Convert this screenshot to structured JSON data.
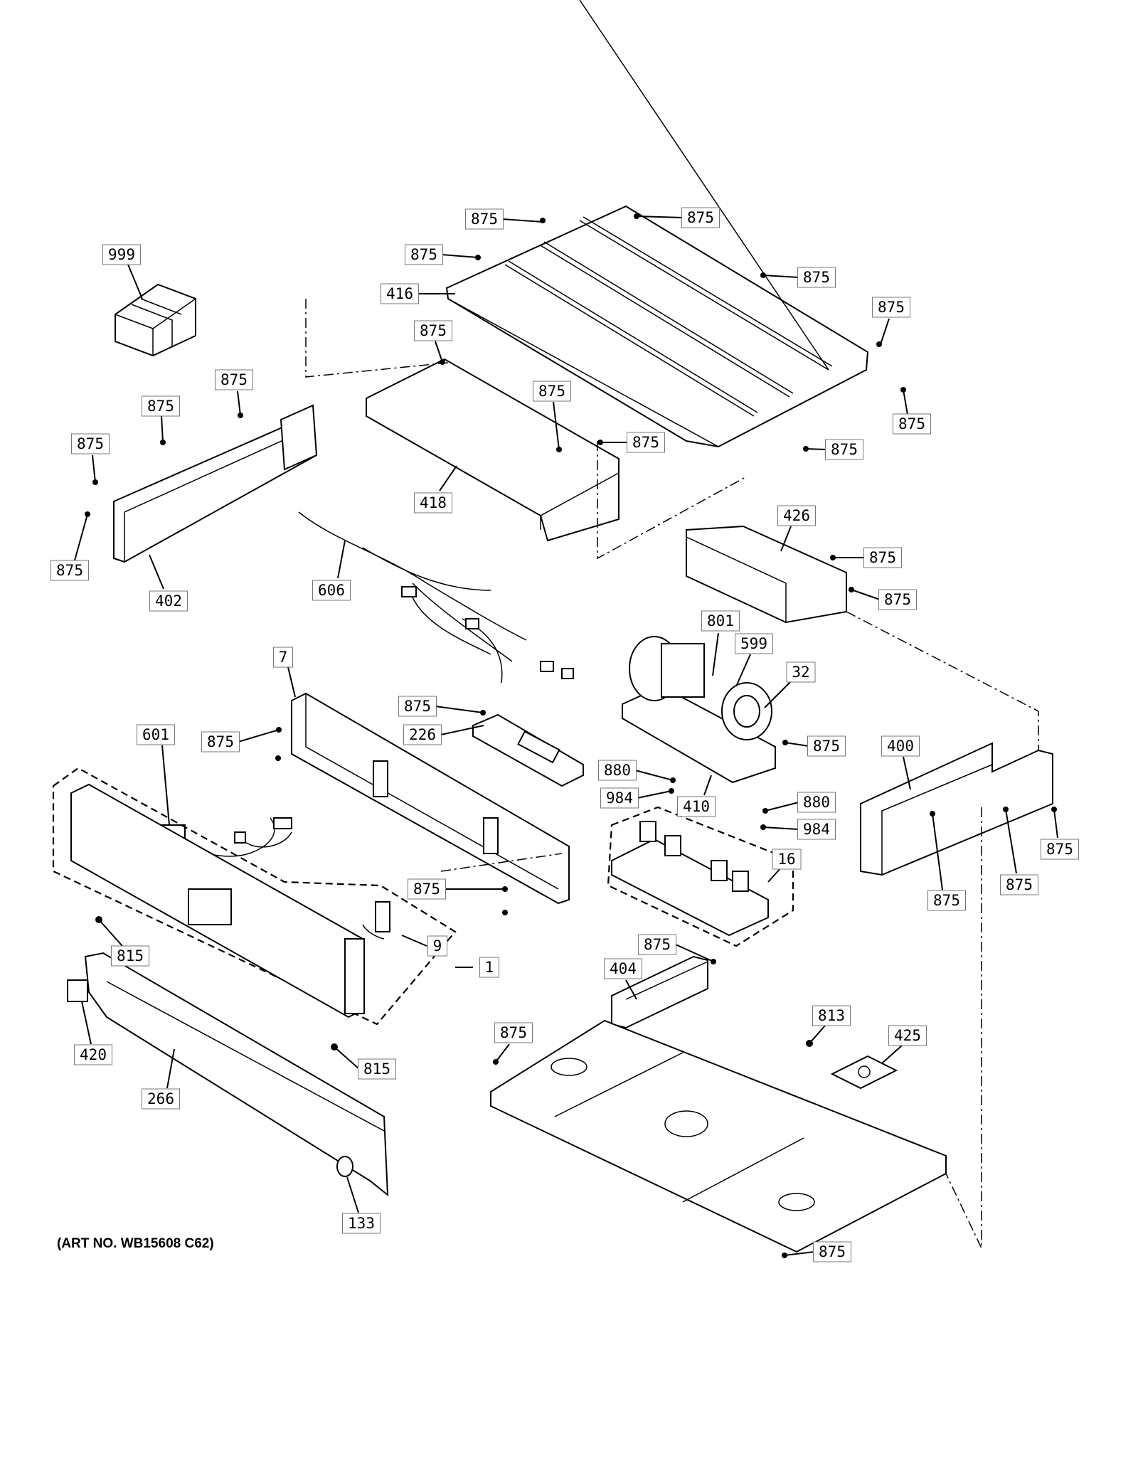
{
  "caption": "(ART NO. WB15608 C62)",
  "callouts": [
    {
      "id": "c-875-a",
      "label": "875"
    },
    {
      "id": "c-875-b",
      "label": "875"
    },
    {
      "id": "c-875-c",
      "label": "875"
    },
    {
      "id": "c-416",
      "label": "416"
    },
    {
      "id": "c-875-d",
      "label": "875"
    },
    {
      "id": "c-875-e",
      "label": "875"
    },
    {
      "id": "c-999",
      "label": "999"
    },
    {
      "id": "c-875-f",
      "label": "875"
    },
    {
      "id": "c-875-g",
      "label": "875"
    },
    {
      "id": "c-875-h",
      "label": "875"
    },
    {
      "id": "c-875-i",
      "label": "875"
    },
    {
      "id": "c-875-j",
      "label": "875"
    },
    {
      "id": "c-875-k",
      "label": "875"
    },
    {
      "id": "c-875-l",
      "label": "875"
    },
    {
      "id": "c-875-m",
      "label": "875"
    },
    {
      "id": "c-875-n",
      "label": "875"
    },
    {
      "id": "c-418",
      "label": "418"
    },
    {
      "id": "c-402",
      "label": "402"
    },
    {
      "id": "c-606",
      "label": "606"
    },
    {
      "id": "c-426",
      "label": "426"
    },
    {
      "id": "c-875-o",
      "label": "875"
    },
    {
      "id": "c-875-p",
      "label": "875"
    },
    {
      "id": "c-801",
      "label": "801"
    },
    {
      "id": "c-599",
      "label": "599"
    },
    {
      "id": "c-32",
      "label": "32"
    },
    {
      "id": "c-7",
      "label": "7"
    },
    {
      "id": "c-875-q",
      "label": "875"
    },
    {
      "id": "c-226",
      "label": "226"
    },
    {
      "id": "c-601",
      "label": "601"
    },
    {
      "id": "c-875-r",
      "label": "875"
    },
    {
      "id": "c-875-s",
      "label": "875"
    },
    {
      "id": "c-880-a",
      "label": "880"
    },
    {
      "id": "c-984-a",
      "label": "984"
    },
    {
      "id": "c-410",
      "label": "410"
    },
    {
      "id": "c-880-b",
      "label": "880"
    },
    {
      "id": "c-984-b",
      "label": "984"
    },
    {
      "id": "c-400",
      "label": "400"
    },
    {
      "id": "c-875-t",
      "label": "875"
    },
    {
      "id": "c-875-u",
      "label": "875"
    },
    {
      "id": "c-875-v",
      "label": "875"
    },
    {
      "id": "c-16",
      "label": "16"
    },
    {
      "id": "c-875-w",
      "label": "875"
    },
    {
      "id": "c-9",
      "label": "9"
    },
    {
      "id": "c-815-a",
      "label": "815"
    },
    {
      "id": "c-1",
      "label": "1"
    },
    {
      "id": "c-875-x",
      "label": "875"
    },
    {
      "id": "c-404",
      "label": "404"
    },
    {
      "id": "c-813",
      "label": "813"
    },
    {
      "id": "c-875-y",
      "label": "875"
    },
    {
      "id": "c-425",
      "label": "425"
    },
    {
      "id": "c-420",
      "label": "420"
    },
    {
      "id": "c-815-b",
      "label": "815"
    },
    {
      "id": "c-266",
      "label": "266"
    },
    {
      "id": "c-133",
      "label": "133"
    },
    {
      "id": "c-875-z",
      "label": "875"
    }
  ]
}
